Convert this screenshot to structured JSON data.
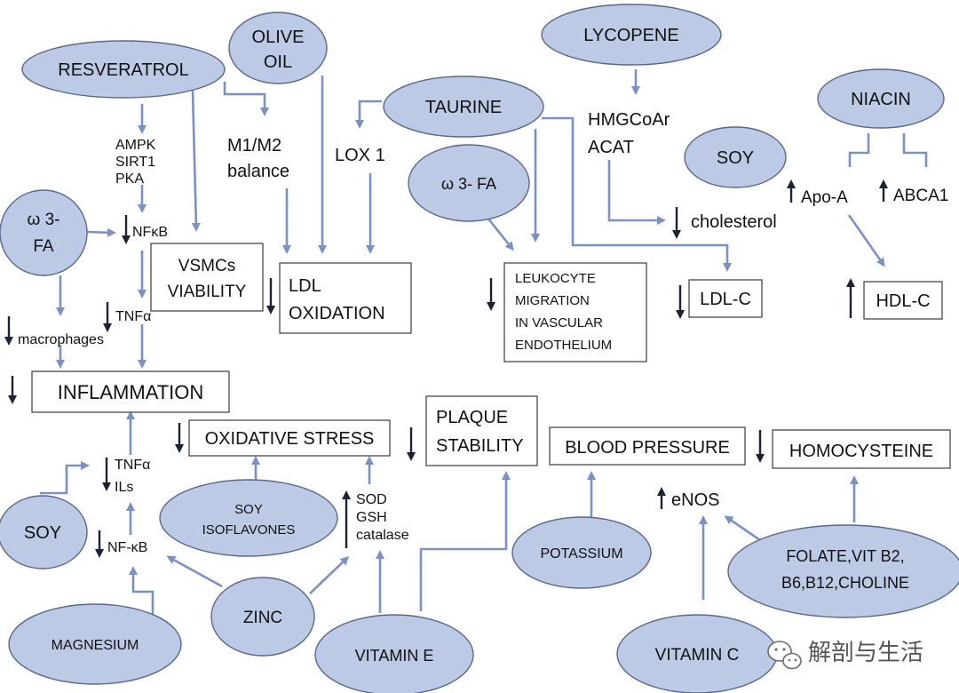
{
  "nutrients": {
    "resveratrol": "RESVERATROL",
    "olive_oil": [
      "OLIVE",
      "OIL"
    ],
    "lycopene": "LYCOPENE",
    "taurine": "TAURINE",
    "niacin": "NIACIN",
    "soy_top": "SOY",
    "omega3_left": [
      "ω 3-",
      "FA"
    ],
    "omega3_mid": "ω 3- FA",
    "soy_left": "SOY",
    "soy_isoflavones": [
      "SOY",
      "ISOFLAVONES"
    ],
    "zinc": "ZINC",
    "magnesium": "MAGNESIUM",
    "vitamin_e": "VITAMIN E",
    "potassium": "POTASSIUM",
    "vitamin_c": "VITAMIN C",
    "folate": [
      "FOLATE,VIT B2,",
      "B6,B12,CHOLINE"
    ]
  },
  "outcomes": {
    "vsmcs": [
      "VSMCs",
      "VIABILITY"
    ],
    "ldl_oxidation": [
      "LDL",
      "OXIDATION"
    ],
    "leukocyte": [
      "LEUKOCYTE",
      "MIGRATION",
      "IN VASCULAR",
      "ENDOTHELIUM"
    ],
    "ldl_c": "LDL-C",
    "hdl_c": "HDL-C",
    "inflammation": "INFLAMMATION",
    "oxidative_stress": "OXIDATIVE STRESS",
    "plaque": [
      "PLAQUE",
      "STABILITY"
    ],
    "blood_pressure": "BLOOD PRESSURE",
    "homocysteine": "HOMOCYSTEINE"
  },
  "mediators": {
    "ampk": [
      "AMPK",
      "SIRT1",
      "PKA"
    ],
    "nfkb": "NFκB",
    "m1m2": [
      "M1/M2",
      "balance"
    ],
    "lox1": "LOX 1",
    "hmgcoar": [
      "HMGCoAr",
      "ACAT"
    ],
    "cholesterol": "cholesterol",
    "apo_a": "Apo-A",
    "abca1": "ABCA1",
    "tnfa": "TNFα",
    "macrophages": "macrophages",
    "tnfa_ils": [
      "TNFα",
      "ILs"
    ],
    "nf_kb": "NF-κB",
    "sod": [
      "SOD",
      "GSH",
      "catalase"
    ],
    "enos": "eNOS"
  },
  "watermark": "解剖与生活",
  "colors": {
    "node_fill": "#bccae6",
    "node_stroke": "#58688c",
    "arrow": "#7b91c6",
    "down_arrow": "#1c2236"
  }
}
